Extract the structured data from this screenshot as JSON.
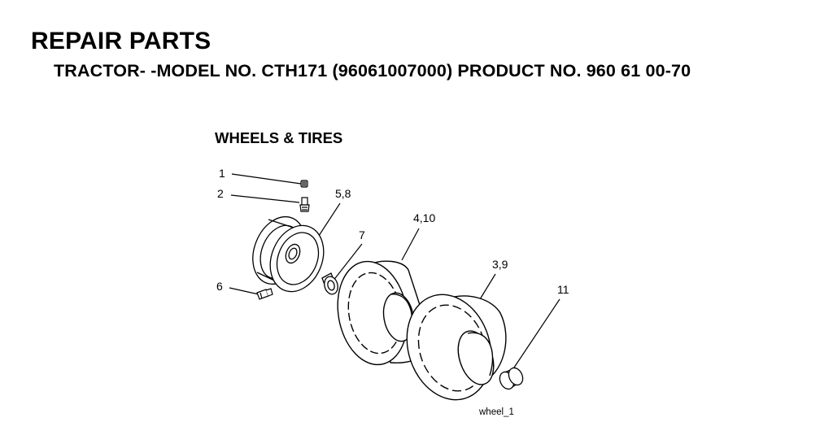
{
  "header": {
    "title": "REPAIR PARTS",
    "subtitle": "TRACTOR- -MODEL NO. CTH171 (96061007000) PRODUCT NO. 960 61 00-70"
  },
  "section": {
    "title": "WHEELS & TIRES"
  },
  "callouts": [
    "1",
    "2",
    "5,8",
    "7",
    "4,10",
    "3,9",
    "6",
    "11"
  ],
  "figure": {
    "caption": "wheel_1"
  }
}
